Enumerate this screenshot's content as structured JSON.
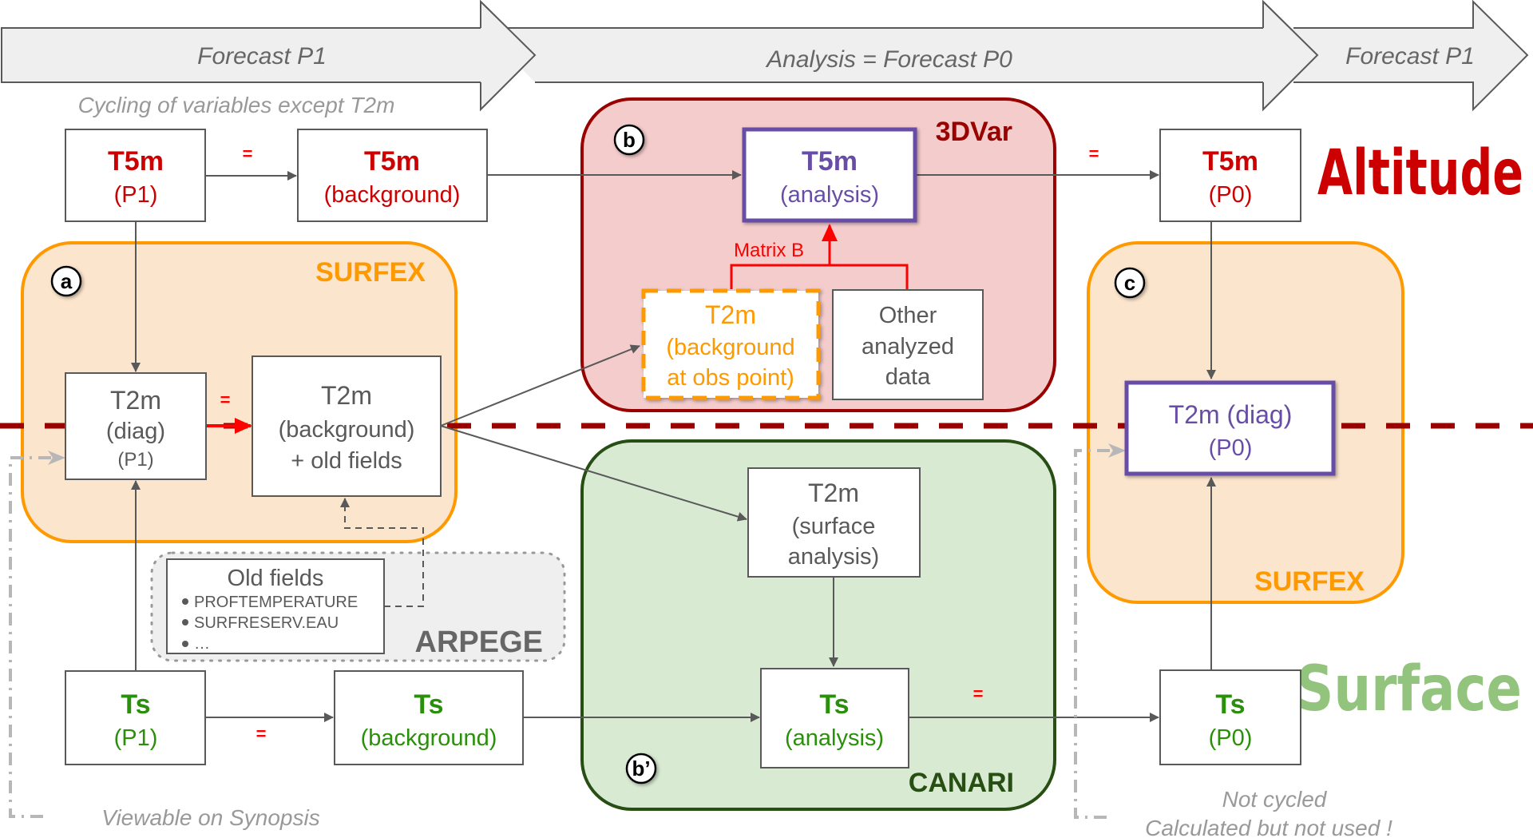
{
  "timeline": {
    "phases": [
      {
        "label": "Forecast P1"
      },
      {
        "label": "Analysis = Forecast P0"
      },
      {
        "label": "Forecast P1"
      }
    ],
    "cycling_note": "Cycling of variables except T2m"
  },
  "side_labels": {
    "altitude": "Altitude",
    "surface": "Surface"
  },
  "groups": {
    "surfex_a": {
      "badge": "a",
      "label": "SURFEX"
    },
    "var3d": {
      "badge": "b",
      "label": "3DVar"
    },
    "canari": {
      "badge": "b’",
      "label": "CANARI"
    },
    "surfex_c": {
      "badge": "c",
      "label": "SURFEX"
    },
    "arpege": {
      "label": "ARPEGE"
    }
  },
  "nodes": {
    "t5m_p1": {
      "title": "T5m",
      "sub": "(P1)"
    },
    "t5m_bg": {
      "title": "T5m",
      "sub": "(background)"
    },
    "t5m_analysis": {
      "title": "T5m",
      "sub": "(analysis)"
    },
    "t5m_p0": {
      "title": "T5m",
      "sub": "(P0)"
    },
    "t2m_diag_p1": {
      "title": "T2m",
      "sub": "(diag)",
      "sub2": "(P1)"
    },
    "t2m_bg": {
      "title": "T2m",
      "sub": "(background)",
      "sub2": "+ old fields"
    },
    "t2m_obs": {
      "title": "T2m",
      "sub": "(background",
      "sub2": "at obs point)"
    },
    "other": {
      "line1": "Other",
      "line2": "analyzed",
      "line3": "data"
    },
    "t2m_surface": {
      "title": "T2m",
      "sub": "(surface",
      "sub2": "analysis)"
    },
    "t2m_diag_p0": {
      "title": "T2m (diag)",
      "sub": "(P0)"
    },
    "old_fields": {
      "title": "Old fields",
      "items": [
        "PROFTEMPERATURE",
        "SURFRESERV.EAU",
        "…"
      ]
    },
    "ts_p1": {
      "title": "Ts",
      "sub": "(P1)"
    },
    "ts_bg": {
      "title": "Ts",
      "sub": "(background)"
    },
    "ts_analysis": {
      "title": "Ts",
      "sub": "(analysis)"
    },
    "ts_p0": {
      "title": "Ts",
      "sub": "(P0)"
    }
  },
  "edge_labels": {
    "equals": "=",
    "matrix_b": "Matrix B"
  },
  "notes": {
    "viewable": "Viewable on Synopsis",
    "not_cycled": "Not cycled",
    "not_used": "Calculated but not used !"
  },
  "colors": {
    "altitude_red": "#cc0000",
    "surface_green": "#93c47d",
    "var3d_fill": "#f4cccc",
    "var3d_stroke": "#990000",
    "surfex_fill": "#fce5cd",
    "surfex_stroke": "#ff9900",
    "canari_fill": "#d9ead3",
    "canari_stroke": "#274e13",
    "analysis_purple": "#674ea7",
    "boundary_dash": "#990000"
  }
}
